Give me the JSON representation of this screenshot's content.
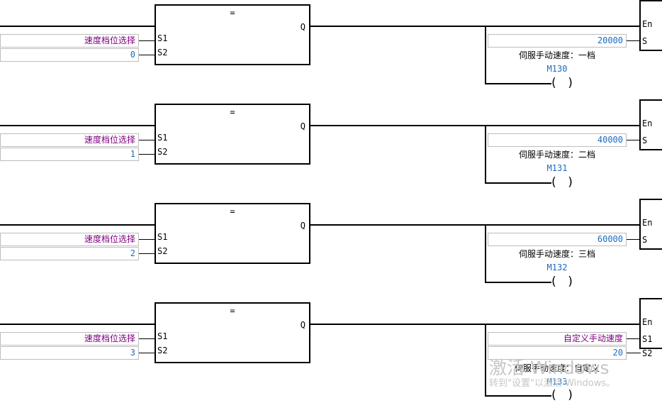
{
  "editor": {
    "name": "plc-ladder-diagram-editor",
    "compare_operator": "=",
    "pin_s1": "S1",
    "pin_s2": "S2",
    "pin_q": "Q",
    "pin_en": "En",
    "pin_s": "S",
    "coil_left": "(",
    "coil_right": ")"
  },
  "colors": {
    "symbol_text": "#800080",
    "value_text": "#1b6bc4",
    "wire": "#000000",
    "box_border": "#bdbdbd",
    "watermark": "#c6c6c6"
  },
  "rungs": [
    {
      "compare_s1": "速度档位选择",
      "compare_s2": "0",
      "out_value": "20000",
      "out_value2": null,
      "comment": "伺服手动速度：一档",
      "address": "M130"
    },
    {
      "compare_s1": "速度档位选择",
      "compare_s2": "1",
      "out_value": "40000",
      "out_value2": null,
      "comment": "伺服手动速度：二档",
      "address": "M131"
    },
    {
      "compare_s1": "速度档位选择",
      "compare_s2": "2",
      "out_value": "60000",
      "out_value2": null,
      "comment": "伺服手动速度：三档",
      "address": "M132"
    },
    {
      "compare_s1": "速度档位选择",
      "compare_s2": "3",
      "out_value": "自定义手动速度",
      "out_value2": "20",
      "comment": "伺服手动速度：自定义",
      "address": "M133"
    }
  ],
  "watermark": {
    "title": "激活 Windows",
    "subtitle": "转到\"设置\"以激活 Windows。"
  }
}
